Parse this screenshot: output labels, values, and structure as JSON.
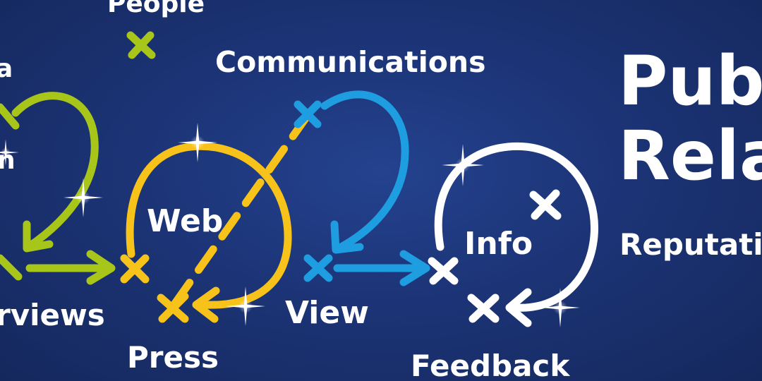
{
  "words": {
    "people": "People",
    "a_fragment": "a",
    "n_fragment": "n",
    "interviews_fragment": "rviews",
    "communications": "Communications",
    "web": "Web",
    "press": "Press",
    "view": "View",
    "info": "Info",
    "feedback": "Feedback",
    "title_line1": "Pub",
    "title_line2": "Rela",
    "reputation_fragment": "Reputati"
  },
  "colors": {
    "background": "#1b2f6b",
    "green": "#a8c61a",
    "yellow": "#f7c31a",
    "blue": "#1e9de0",
    "white": "#ffffff"
  },
  "icons": [
    "cross-mark-icon",
    "sparkle-icon",
    "arrow-icon"
  ]
}
